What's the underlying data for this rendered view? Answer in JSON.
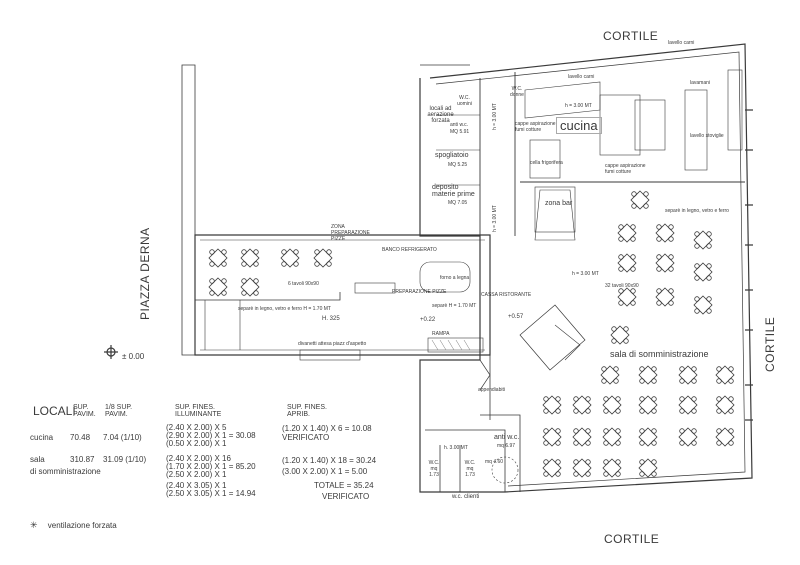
{
  "labels": {
    "cortile_top": "CORTILE",
    "cortile_right": "CORTILE",
    "cortile_bottom": "CORTILE",
    "piazza": "PIAZZA DERNA",
    "datum": "± 0.00",
    "cucina": "cucina",
    "cucina_height": "h = 3.00 MT",
    "lavello_carni_top": "lavello carni",
    "lavello_carni": "lavello carni",
    "lavamani": "lavamani",
    "lavello_stoviglie": "lavello stoviglie",
    "cappe_1": "cappe aspirazione fumi cotture",
    "cappe_2": "cappe aspirazione fumi cotture",
    "cella_frigo": "cella frigorifera",
    "wc_uomini": "W.C. uomini",
    "wc_donne": "W.C. donne",
    "locali_aerazione": "locali ad aerazione forzata",
    "anti_wc_top": "anti w.c.",
    "anti_wc_top_mq": "MQ 5.91",
    "spogliatoio": "spogliatoio",
    "spogliatoio_mq": "MQ 5.25",
    "deposito": "deposito materie prime",
    "deposito_mq": "MQ 7.05",
    "h_300_a": "h = 3.00 MT",
    "h_300_b": "h = 3.00 MT",
    "zona_bar": "zona bar",
    "separe_1": "separè in legno, vetro e ferro",
    "separe_2": "separè in legno, vetro e ferro H = 1.70 MT",
    "separe_3": "separè H = 1.70 MT",
    "sala_height": "h = 3.00 MT",
    "tavoli_sala": "32 tavoli 90x90",
    "tavoli_pizz": "6 tavoli 90x90",
    "sala": "sala di somministrazione",
    "zona_prep": "ZONA PREPARAZIONE PIZZE",
    "banco_refrig": "BANCO REFRIGERATO",
    "preparazione_pizze": "PREPARAZIONE PIZZE",
    "forno": "forno a legna",
    "cassa": "CASSA RISTORANTE",
    "h325": "H. 325",
    "lev_022": "+0.22",
    "lev_057": "+0.57",
    "rampa": "RAMPA",
    "divanetti": "divanetti attesa piazz d'aspetto",
    "appendiabiti": "appendiabiti",
    "anti_wc_bottom": "anti w.c.",
    "anti_wc_bottom_mq": "mq 6.97",
    "wc1": "W.C. mq 1.73",
    "wc2": "W.C. mq 1.73",
    "wc_disabili_mq": "mq 4.60",
    "wc_clienti": "w.c. clienti",
    "h_wc": "h. 3.00 MT"
  },
  "table": {
    "headers": {
      "locali": "LOCALI",
      "sup_pavim": "SUP. PAVIM.",
      "ottavo": "1/8 SUP. PAVIM.",
      "illuminante": "SUP. FINES. ILLUMINANTE",
      "aprib": "SUP. FINES. APRIB."
    },
    "cucina": {
      "name": "cucina",
      "sup": "70.48",
      "ottavo": "7.04 (1/10)",
      "ill_lines": [
        "(2.40 X 2.00) X 5",
        "(2.90 X 2.00) X 1  =  30.08",
        "(0.50 X 2.00) X 1"
      ],
      "apr_lines": [
        "(1.20 X 1.40) X 6  = 10.08",
        "VERIFICATO"
      ]
    },
    "sala": {
      "name": "sala",
      "name2": "di somministrazione",
      "sup": "310.87",
      "ottavo": "31.09 (1/10)",
      "ill_lines": [
        "(2.40 X 2.00) X 16",
        "(1.70 X 2.00) X 1  = 85.20",
        "(2.50 X 2.00) X 1",
        "(2.40 X 3.05) X 1",
        "(2.50 X 3.05) X 1  =  14.94"
      ],
      "apr_lines": [
        "(1.20 X 1.40) X 18  = 30.24",
        "(3.00 X 2.00) X 1   =   5.00",
        "TOTALE  =  35.24",
        "VERIFICATO"
      ]
    }
  },
  "legend": {
    "icon": "ventilation-icon",
    "label": "ventilazione forzata"
  },
  "colors": {
    "line": "#3a3a3a",
    "hatch": "#777777"
  }
}
